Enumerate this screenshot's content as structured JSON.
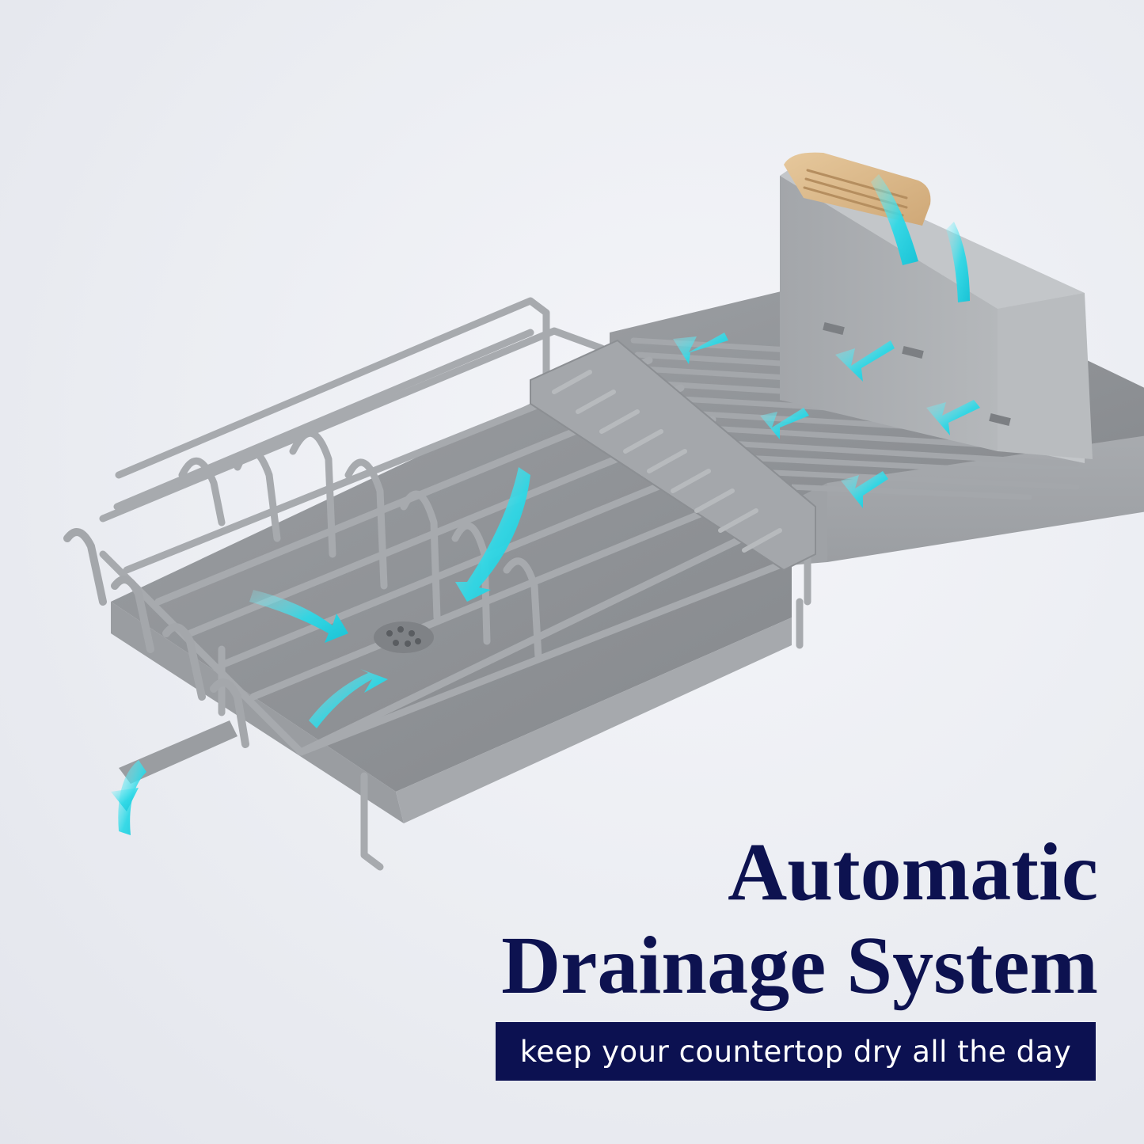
{
  "headline": {
    "line1": "Automatic",
    "line2": "Drainage System"
  },
  "tagline": "keep your countertop dry all the day",
  "colors": {
    "headline": "#0d1250",
    "tagline_bg": "#0c1151",
    "tagline_text": "#ffffff",
    "rack_gray": "#8d9094",
    "arrow_cyan": "#2fd8e6",
    "wood": "#d9b98c"
  },
  "illustration": {
    "subject": "gray dish drying rack with utensil holder and drain spout",
    "icons": [
      "drain-arrow-icon",
      "drain-hole-icon",
      "knife-block-icon"
    ]
  }
}
